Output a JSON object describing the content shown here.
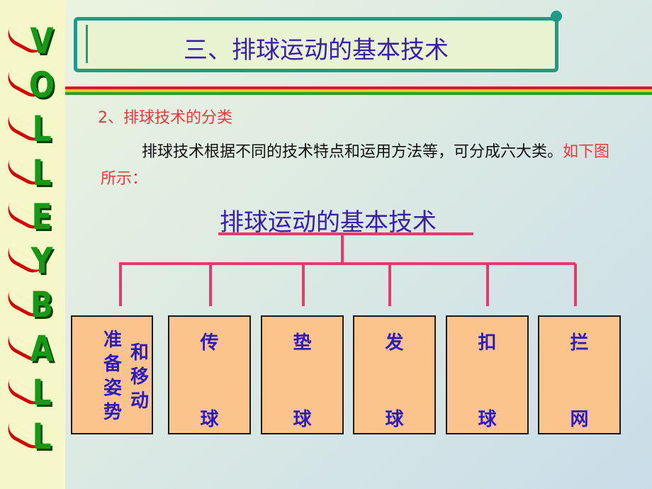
{
  "side_letters": [
    "V",
    "O",
    "L",
    "L",
    "E",
    "Y",
    "B",
    "A",
    "L",
    "L"
  ],
  "title": "三、排球运动的基本技术",
  "stripe_colors": [
    "#d61d1d",
    "#f2c414",
    "#2aa02a"
  ],
  "subheading": "2、排球技术的分类",
  "paragraph": {
    "main": "排球技术根据不同的技术特点和运用方法等，可分成六大类。",
    "highlight": "如下图所示："
  },
  "diagram": {
    "root": "排球运动的基本技术",
    "boxes": [
      {
        "col1": [
          "准",
          "备",
          "姿",
          "势"
        ],
        "col2": [
          "和",
          "移",
          "动"
        ]
      },
      {
        "top": "传",
        "bottom": "球"
      },
      {
        "top": "垫",
        "bottom": "球"
      },
      {
        "top": "发",
        "bottom": "球"
      },
      {
        "top": "扣",
        "bottom": "球"
      },
      {
        "top": "拦",
        "bottom": "网"
      }
    ]
  },
  "colors": {
    "title_text": "#3a1fa8",
    "accent_red": "#e33b3b",
    "box_fill": "#fbc48c",
    "box_text": "#2b1bc0",
    "connector": "#e6396d",
    "banner_border": "#1f9a88"
  }
}
